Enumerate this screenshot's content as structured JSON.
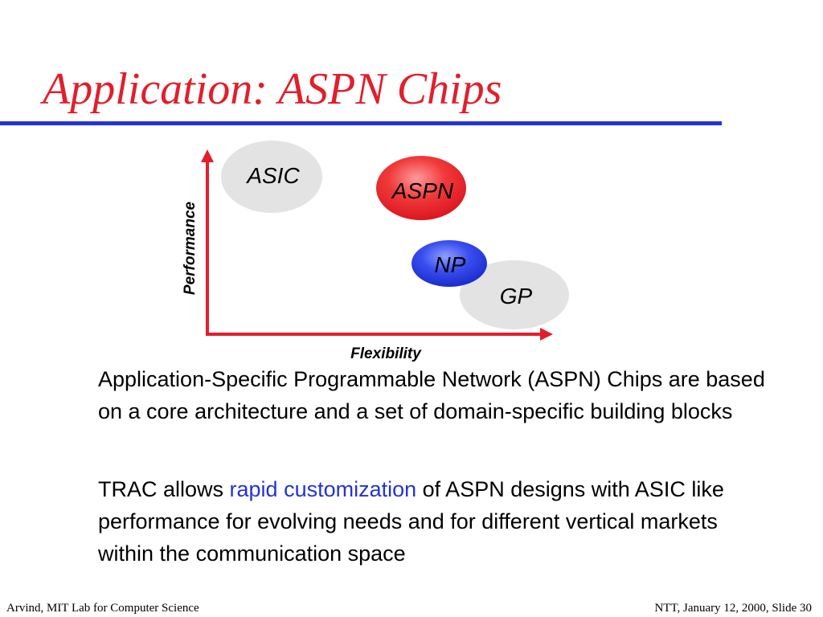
{
  "slide": {
    "title": "Application: ASPN Chips"
  },
  "diagram": {
    "y_axis_label": "Performance",
    "x_axis_label": "Flexibility",
    "nodes": {
      "asic": "ASIC",
      "aspn": "ASPN",
      "np": "NP",
      "gp": "GP"
    }
  },
  "body": {
    "paragraph1": "Application-Specific Programmable Network (ASPN) Chips are based on a core architecture and a set of domain-specific building blocks",
    "paragraph2_before": "TRAC allows ",
    "paragraph2_highlight": "rapid customization",
    "paragraph2_after": " of ASPN designs with ASIC like performance for evolving needs and for different vertical markets within the communication space"
  },
  "footer": {
    "left": "Arvind, MIT Lab for Computer Science",
    "right": "NTT, January 12, 2000, Slide 30"
  },
  "colors": {
    "title": "#e11f2b",
    "rule": "#2433d6",
    "axis": "#e11f2b",
    "aspn_fill": "#e8232d",
    "np_fill": "#2b3de0",
    "gray_fill": "#e3e3e3",
    "highlight": "#2433d6"
  }
}
